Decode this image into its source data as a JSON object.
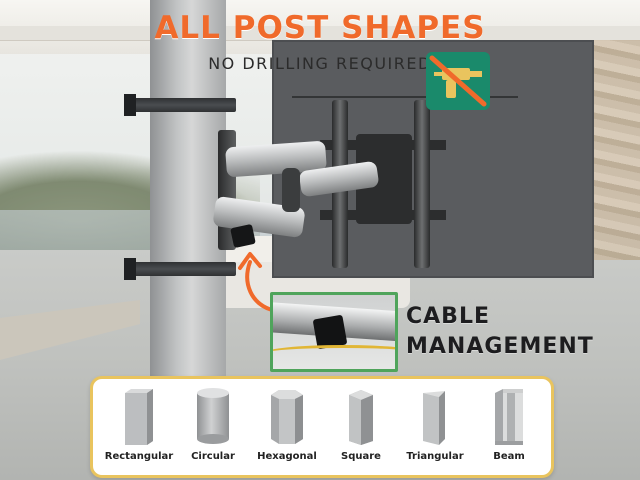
{
  "headline": "ALL POST SHAPES",
  "subheadline": "NO DRILLING REQUIRED",
  "callout": {
    "line1": "CABLE",
    "line2": "MANAGEMENT"
  },
  "badge": {
    "icon": "no-drill-icon"
  },
  "colors": {
    "accent_orange": "#f06a2b",
    "accent_green": "#4fa45b",
    "panel_border": "#e9c45e",
    "badge_bg": "#1a8a6b"
  },
  "post_shapes": [
    {
      "label": "Rectangular",
      "icon": "rectangular-post-icon"
    },
    {
      "label": "Circular",
      "icon": "circular-post-icon"
    },
    {
      "label": "Hexagonal",
      "icon": "hexagonal-post-icon"
    },
    {
      "label": "Square",
      "icon": "square-post-icon"
    },
    {
      "label": "Triangular",
      "icon": "triangular-post-icon"
    },
    {
      "label": "Beam",
      "icon": "beam-post-icon"
    }
  ]
}
